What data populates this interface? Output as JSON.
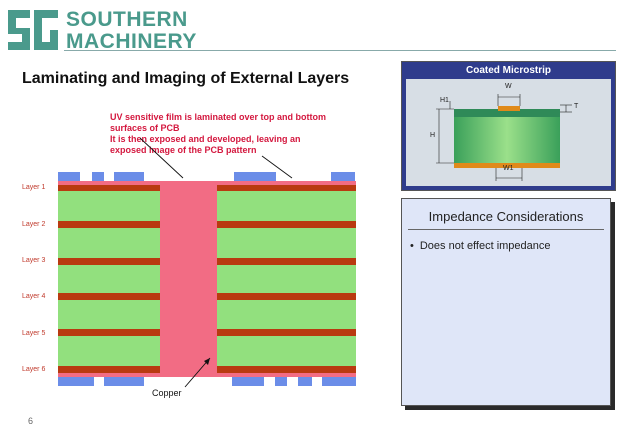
{
  "brand": {
    "line1": "SOUTHERN",
    "line2": "MACHINERY"
  },
  "slide": {
    "title": "Laminating and Imaging of External Layers",
    "page_number": "6"
  },
  "callout": [
    "UV sensitive film is laminated over top and bottom",
    "surfaces of PCB",
    "It is then exposed and developed, leaving an",
    "exposed image of the PCB pattern"
  ],
  "layers": [
    "Layer 1",
    "Layer 2",
    "Layer 3",
    "Layer 4",
    "Layer 5",
    "Layer 6"
  ],
  "copper_label": "Copper",
  "microstrip": {
    "title": "Coated Microstrip",
    "labels": {
      "w": "W",
      "w1": "W1",
      "h": "H",
      "h1": "H1",
      "t": "T"
    }
  },
  "impedance": {
    "title": "Impedance Considerations",
    "items": [
      "Does not effect impedance"
    ]
  },
  "colors": {
    "brand": "#4a9a8c",
    "callout": "#d4183f",
    "film": "#6b8de8",
    "prepreg": "#92e07e",
    "copper_layer": "#b93a10",
    "plated_hole": "#f26c84",
    "panel_bg": "#dfe6f8",
    "microstrip_frame": "#2f3c8c"
  }
}
